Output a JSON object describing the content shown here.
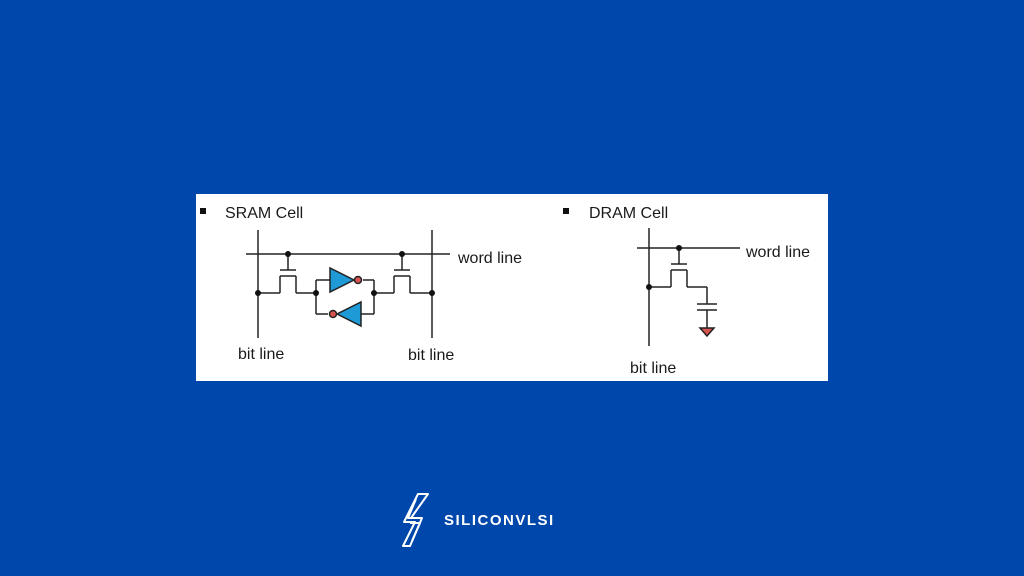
{
  "sram": {
    "heading": "SRAM Cell",
    "word_line": "word line",
    "bit_line_left": "bit line",
    "bit_line_right": "bit line"
  },
  "dram": {
    "heading": "DRAM Cell",
    "word_line": "word line",
    "bit_line": "bit line"
  },
  "brand": {
    "name": "SILICONVLSI"
  },
  "colors": {
    "background": "#0047AB",
    "inverter_fill": "#1E9BD7",
    "bubble_fill": "#D9534F",
    "ground_fill": "#D9534F"
  }
}
